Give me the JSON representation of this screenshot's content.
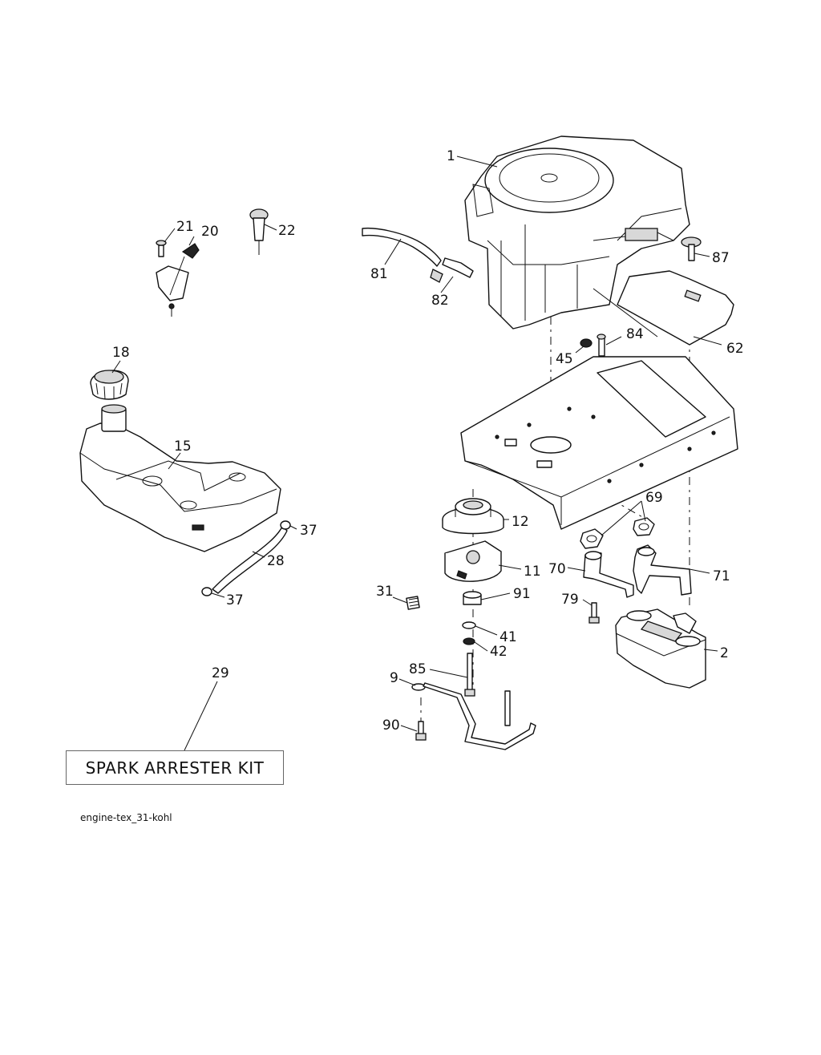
{
  "labels": {
    "l1": "1",
    "l2": "2",
    "l9": "9",
    "l11": "11",
    "l12": "12",
    "l15": "15",
    "l18": "18",
    "l20": "20",
    "l21": "21",
    "l22": "22",
    "l28": "28",
    "l29": "29",
    "l31": "31",
    "l37a": "37",
    "l37b": "37",
    "l41": "41",
    "l42": "42",
    "l45": "45",
    "l62": "62",
    "l69": "69",
    "l70": "70",
    "l71": "71",
    "l79": "79",
    "l81": "81",
    "l82": "82",
    "l84": "84",
    "l85": "85",
    "l87": "87",
    "l90": "90",
    "l91": "91"
  },
  "kit_label": "SPARK ARRESTER KIT",
  "file_name": "engine-tex_31-kohl"
}
